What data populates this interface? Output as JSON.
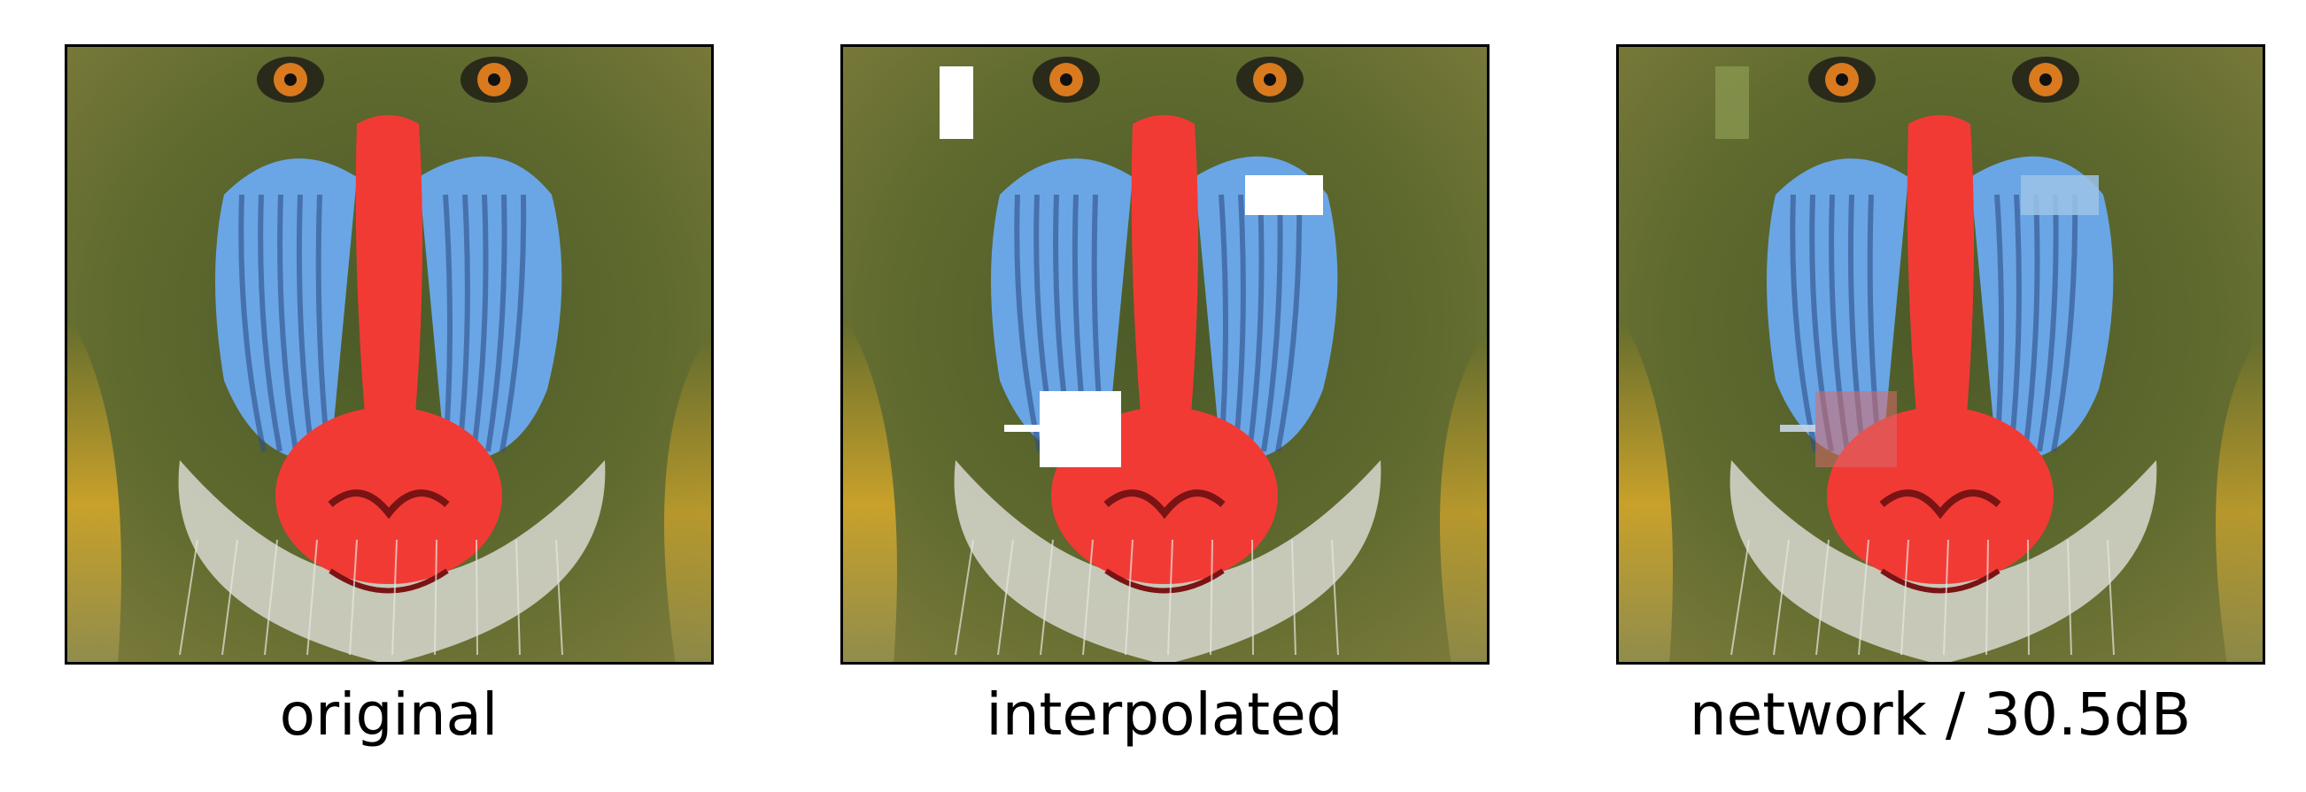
{
  "panels": [
    {
      "caption": "original",
      "variant": "original"
    },
    {
      "caption": "interpolated",
      "variant": "masked"
    },
    {
      "caption": "network / 30.5dB",
      "variant": "inpainted"
    }
  ],
  "colors": {
    "background": "#ffffff",
    "frame": "#000000",
    "fur_green": "#5f6a2e",
    "fur_yellow": "#c9a12a",
    "cheek_blue": "#6aa6e6",
    "nose_red": "#f23a35",
    "eye_orange": "#d97a1e",
    "beard": "#d8d8d0",
    "mask_white": "#ffffff"
  },
  "icons": [
    "mandrill-photo"
  ]
}
